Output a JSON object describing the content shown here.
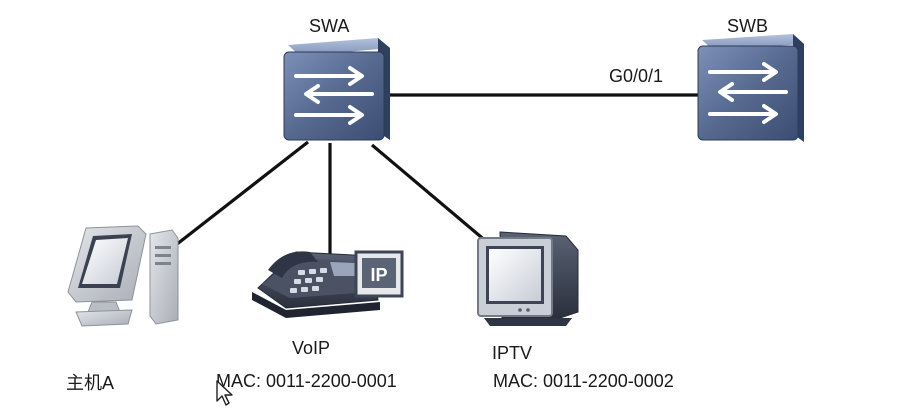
{
  "devices": {
    "swa": {
      "label": "SWA"
    },
    "swb": {
      "label": "SWB"
    },
    "host_a": {
      "label": "主机A"
    },
    "voip": {
      "label": "VoIP",
      "mac": "MAC: 0011-2200-0001",
      "badge": "IP"
    },
    "iptv": {
      "label": "IPTV",
      "mac": "MAC: 0011-2200-0002"
    }
  },
  "links": {
    "swa_swb": {
      "port": "G0/0/1"
    }
  },
  "colors": {
    "switch_front": "#4e6289",
    "switch_top": "#8ea0c4",
    "switch_side": "#2f3f60",
    "device_gray": "#c9ccd2",
    "device_dark": "#3f4656",
    "link": "#111111"
  }
}
